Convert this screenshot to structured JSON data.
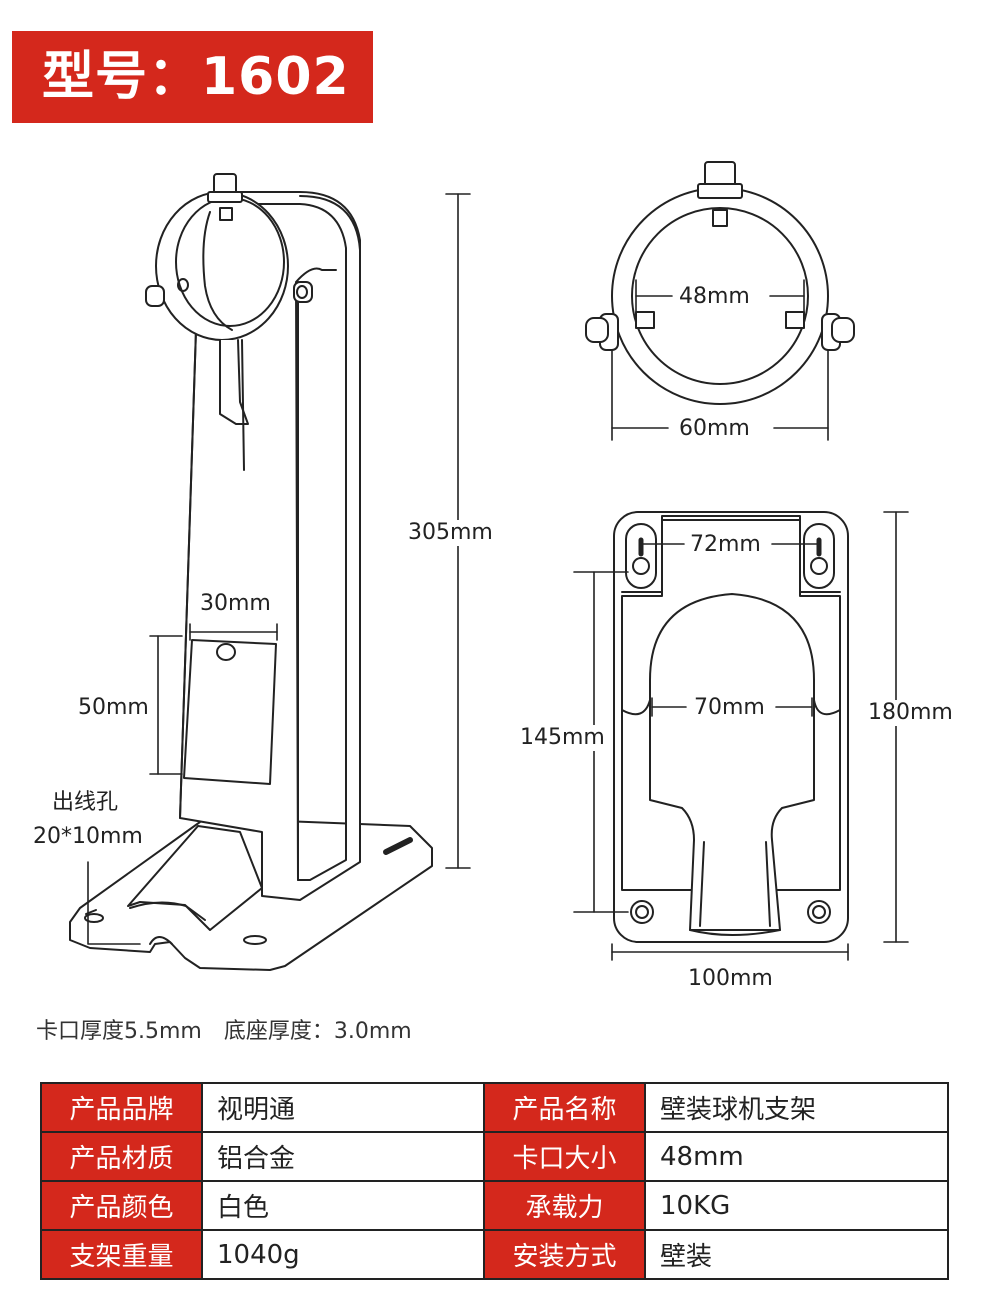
{
  "header": {
    "title": "型号：1602"
  },
  "dimensions": {
    "height_total": "305mm",
    "plate_width": "30mm",
    "plate_height": "50mm",
    "cable_hole_title": "出线孔",
    "cable_hole_size": "20*10mm",
    "ring_inner": "48mm",
    "ring_outer": "60mm",
    "slot_spacing": "72mm",
    "base_height": "180mm",
    "hole_spacing": "145mm",
    "inner_width": "70mm",
    "base_width": "100mm"
  },
  "notes": [
    "卡口厚度5.5mm",
    "底座厚度：3.0mm"
  ],
  "spec_table": [
    {
      "key1": "产品品牌",
      "val1": "视明通",
      "key2": "产品名称",
      "val2": "壁装球机支架"
    },
    {
      "key1": "产品材质",
      "val1": "铝合金",
      "key2": "卡口大小",
      "val2": "48mm"
    },
    {
      "key1": "产品颜色",
      "val1": "白色",
      "key2": "承载力",
      "val2": "10KG"
    },
    {
      "key1": "支架重量",
      "val1": "1040g",
      "key2": "安装方式",
      "val2": "壁装"
    }
  ],
  "colors": {
    "accent": "#d4281c",
    "line": "#222222"
  }
}
